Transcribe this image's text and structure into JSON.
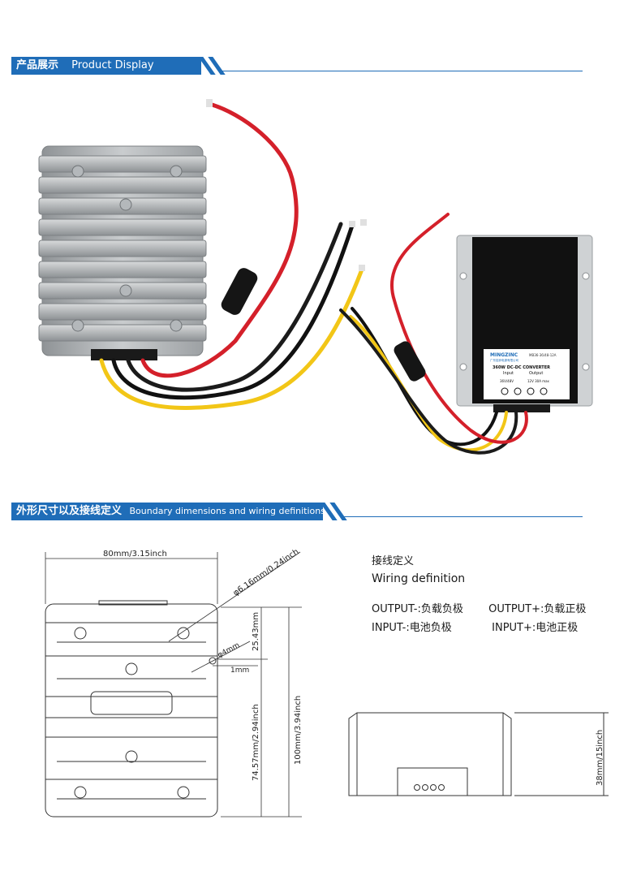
{
  "section1": {
    "title_cn": "产品展示",
    "title_en": "Product Display"
  },
  "section2": {
    "title_cn": "外形尺寸以及接线定义",
    "title_en": "Boundary dimensions and wiring definitions"
  },
  "label": {
    "brand": "MINGZINC",
    "company": "广东铭锌电源有限公司",
    "model": "MB36-36/48-12A",
    "power": "360W  DC-DC CONVERTER",
    "input": "Input",
    "output": "Output",
    "input_v": "36V/48V",
    "output_v": "12V  30A max"
  },
  "dimensions": {
    "width": "80mm/3.15inch",
    "hole_dia": "φ6.16mm/0.24inch",
    "slot": "φ4mm",
    "edge": "1mm",
    "hole_spacing": "25.43mm",
    "hole_pitch": "74.57mm/2.94inch",
    "length": "100mm/3.94inch",
    "height": "38mm/15inch"
  },
  "wiring": {
    "title_cn": "接线定义",
    "title_en": "Wiring definition",
    "out_neg": "OUTPUT-:负载负极",
    "out_pos": "OUTPUT+:负载正极",
    "in_neg": "INPUT-:电池负极",
    "in_pos": "INPUT+:电池正极"
  }
}
